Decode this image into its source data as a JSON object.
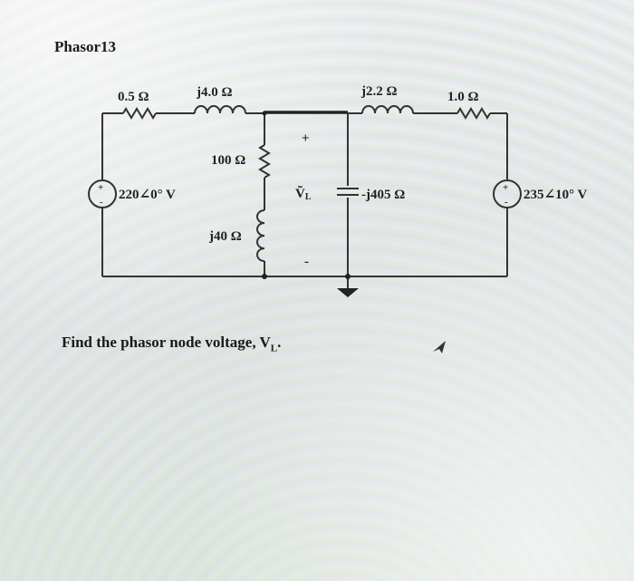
{
  "page": {
    "title": "Phasor13",
    "question_prefix": "Find the phasor node voltage, V",
    "question_sub": "L",
    "question_suffix": "."
  },
  "circuit": {
    "source_left": {
      "label": "220∠0° V"
    },
    "source_right": {
      "label": "235∠10° V"
    },
    "r1": {
      "label": "0.5 Ω"
    },
    "l1": {
      "label": "j4.0 Ω"
    },
    "l2": {
      "label": "j2.2 Ω"
    },
    "r2": {
      "label": "1.0 Ω"
    },
    "r3": {
      "label": "100 Ω"
    },
    "l3": {
      "label": "j40 Ω"
    },
    "c1": {
      "label": "-j405 Ω"
    },
    "node_voltage": {
      "main": "Ṽ",
      "sub": "L",
      "plus": "+",
      "minus": "-"
    },
    "source_plus": "+",
    "source_minus": "-"
  }
}
